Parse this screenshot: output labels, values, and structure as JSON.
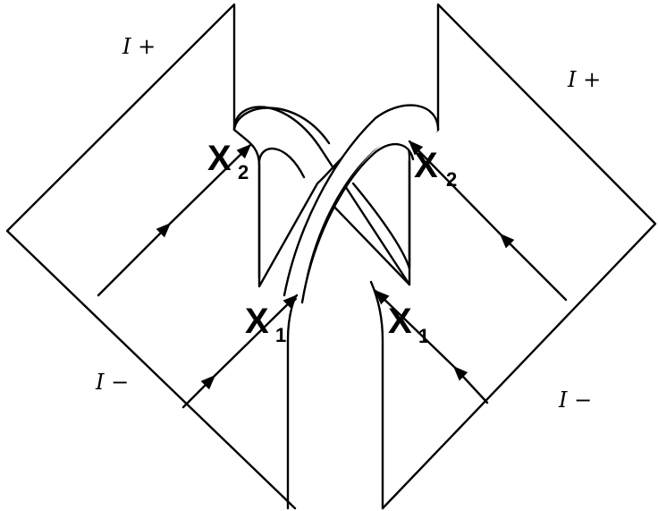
{
  "labels": {
    "scri_plus": "I +",
    "scri_minus": "I −",
    "x_letter": "X",
    "sub_1": "1",
    "sub_2": "2"
  },
  "icons": {
    "arrow": "arrowhead-icon"
  }
}
